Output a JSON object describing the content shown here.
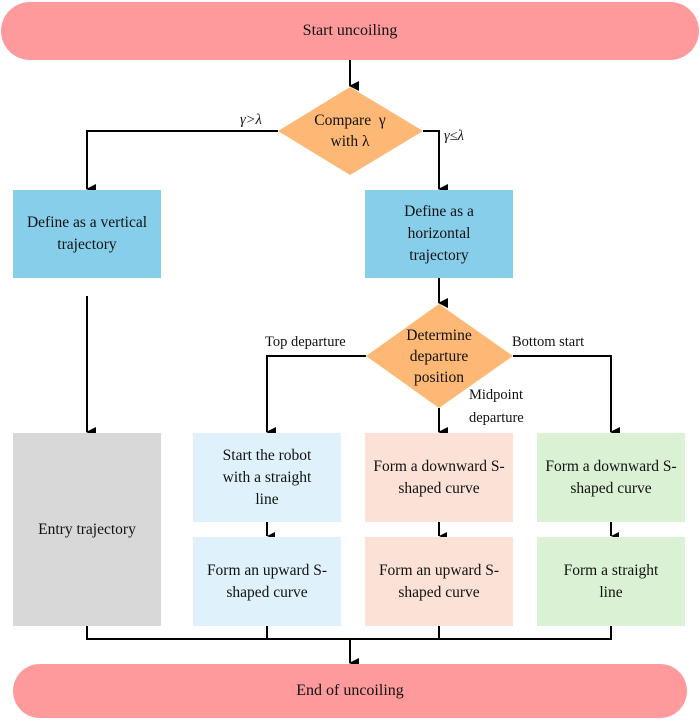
{
  "title": "Uncoiling trajectory planning flowchart",
  "colors": {
    "terminal": "#fe9a9b",
    "decision": "#fdb876",
    "process_primary": "#87ceeb",
    "branch_top": "#dff2fb",
    "branch_mid": "#fbe1d6",
    "branch_bottom": "#daf2d3",
    "entry": "#d8d8d8",
    "line": "#000000"
  },
  "nodes": {
    "start": "Start uncoiling",
    "compare": {
      "line1": "Compare  γ",
      "line2": "with λ"
    },
    "vertical": "Define as a vertical trajectory",
    "horizontal": "Define as a horizontal trajectory",
    "determine": {
      "line1": "Determine",
      "line2": "departure",
      "line3": "position"
    },
    "entry": "Entry trajectory",
    "top_step1": "Start the robot with a straight line",
    "top_step2": "Form an upward S-shaped curve",
    "mid_step1": "Form a downward S-shaped curve",
    "mid_step2": "Form an upward S-shaped curve",
    "bottom_step1": "Form a downward S-shaped curve",
    "bottom_step2": "Form a straight line",
    "end": "End of uncoiling"
  },
  "edge_labels": {
    "gamma_gt_lambda": "γ>λ",
    "gamma_le_lambda": "γ≤λ",
    "top_departure": "Top departure",
    "bottom_start": "Bottom start",
    "midpoint_departure_1": "Midpoint",
    "midpoint_departure_2": "departure"
  }
}
